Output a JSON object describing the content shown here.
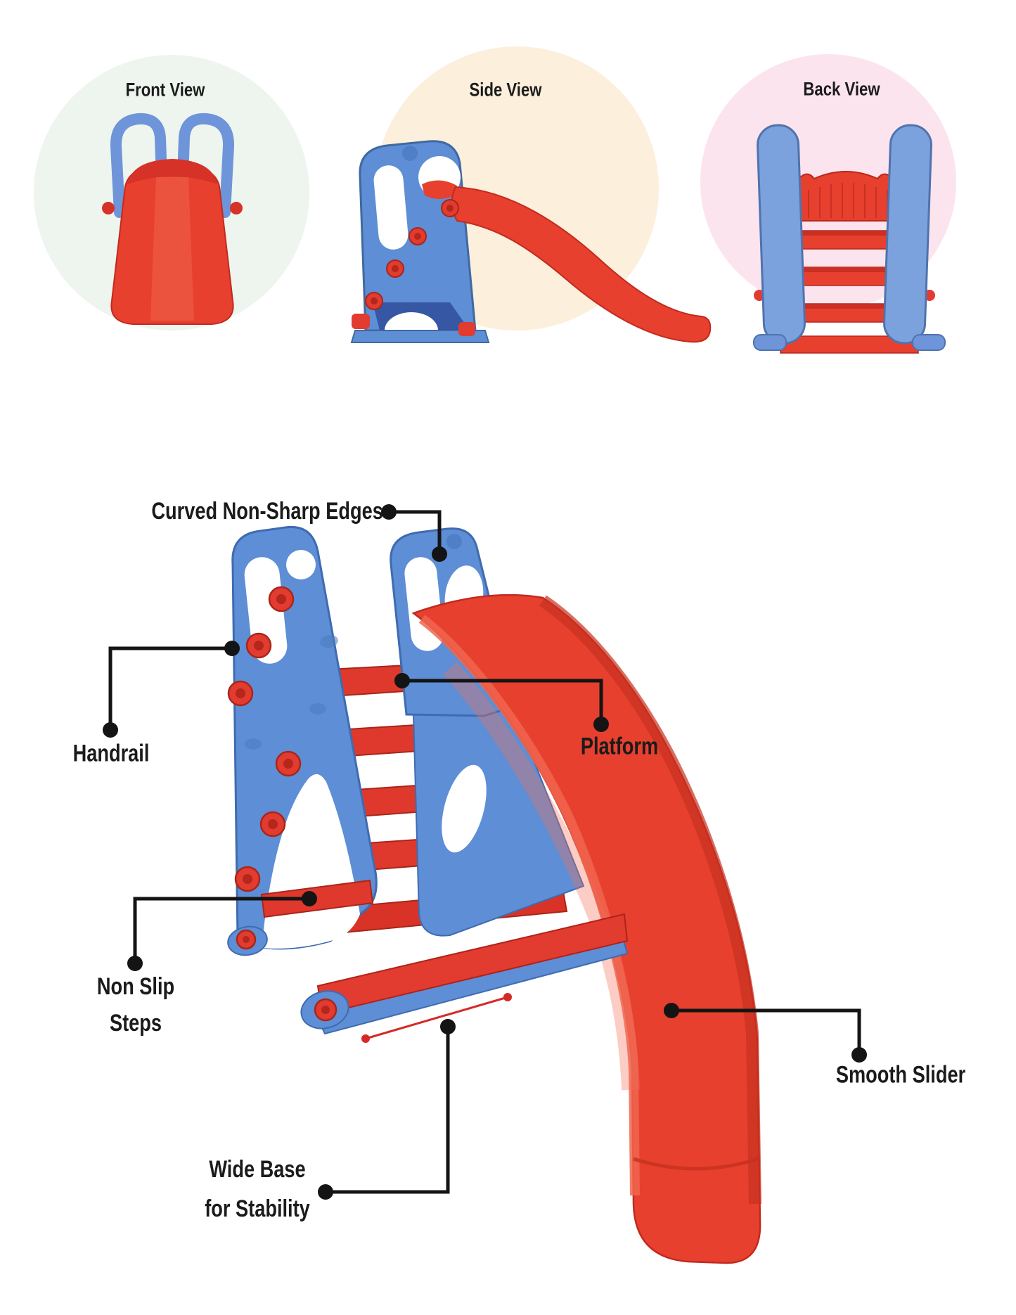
{
  "header_views": [
    {
      "label": "Front View"
    },
    {
      "label": "Side View"
    },
    {
      "label": "Back View"
    }
  ],
  "callouts": {
    "curved_edges": {
      "label": "Curved Non-Sharp Edges"
    },
    "handrail": {
      "label": "Handrail"
    },
    "platform": {
      "label": "Platform"
    },
    "non_slip_steps": {
      "line1": "Non Slip",
      "line2": "Steps"
    },
    "smooth_slider": {
      "label": "Smooth Slider"
    },
    "wide_base": {
      "line1": "Wide Base",
      "line2": "for Stability"
    }
  },
  "colors": {
    "front_circle": "#eef5ef",
    "side_circle": "#fcefdc",
    "back_circle": "#fce4ee",
    "product_red": "#e7402e",
    "product_red_dark": "#c22a1e",
    "product_blue": "#5d8ed6",
    "product_blue_dark": "#3f6bb0",
    "callout_line": "#141414",
    "dimension_line": "#d42b26",
    "label_text": "#1b1b1b"
  }
}
